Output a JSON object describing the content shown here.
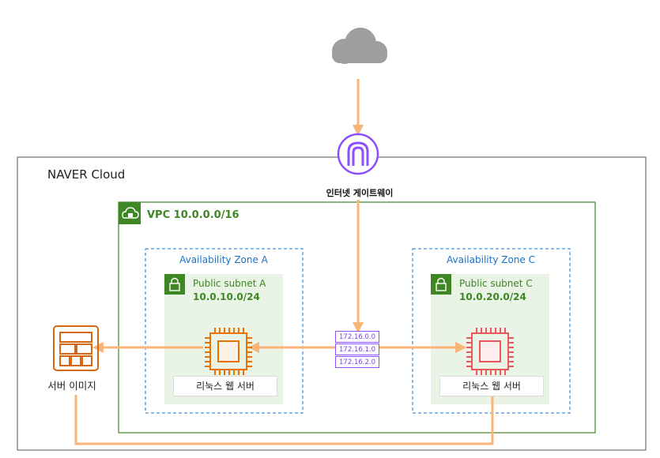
{
  "cloud": {
    "title": "NAVER Cloud"
  },
  "internet_gateway": {
    "label": "인터넷 게이트웨이"
  },
  "vpc": {
    "label": "VPC 10.0.0.0/16"
  },
  "zones": [
    {
      "name": "Availability Zone A",
      "subnet": {
        "name": "Public subnet A",
        "cidr": "10.0.10.0/24"
      },
      "server_label": "리눅스 웹 서버"
    },
    {
      "name": "Availability Zone C",
      "subnet": {
        "name": "Public subnet C",
        "cidr": "10.0.20.0/24"
      },
      "server_label": "리눅스 웹 서버"
    }
  ],
  "route_table": {
    "entries": [
      "172.16.0.0",
      "172.16.1.0",
      "172.16.2.0"
    ]
  },
  "server_image": {
    "label": "서버 이미지"
  },
  "colors": {
    "flow_line": "#f9b577",
    "vpc_green": "#3f8624",
    "zone_blue": "#1a73c8",
    "gateway_purple": "#8c4fff",
    "ec2_orange": "#ed7100",
    "ec2_red": "#e8575a",
    "subnet_fill": "#e9f3e6"
  },
  "icons": [
    "internet-cloud-icon",
    "internet-gateway-icon",
    "vpc-cloud-icon",
    "subnet-lock-icon",
    "ec2-instance-icon",
    "route-table-icon",
    "server-image-icon"
  ]
}
